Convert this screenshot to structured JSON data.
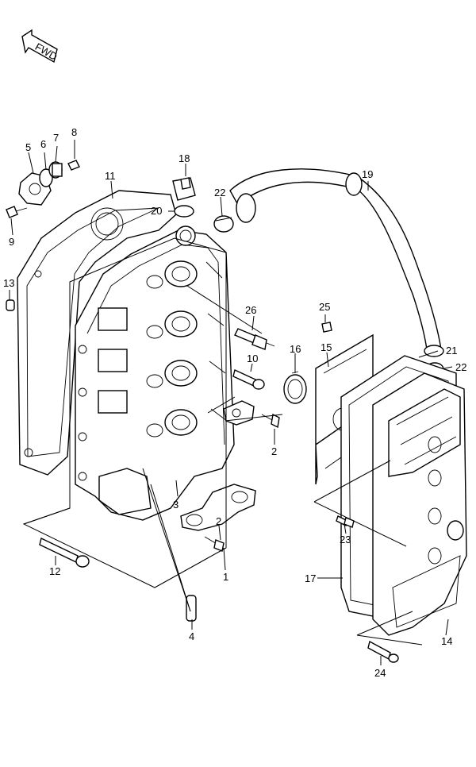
{
  "fwd_label": "FWD",
  "callouts": [
    {
      "id": "1",
      "label": "1"
    },
    {
      "id": "2a",
      "label": "2"
    },
    {
      "id": "2b",
      "label": "2"
    },
    {
      "id": "3",
      "label": "3"
    },
    {
      "id": "4",
      "label": "4"
    },
    {
      "id": "5",
      "label": "5"
    },
    {
      "id": "6",
      "label": "6"
    },
    {
      "id": "7",
      "label": "7"
    },
    {
      "id": "8",
      "label": "8"
    },
    {
      "id": "9",
      "label": "9"
    },
    {
      "id": "10",
      "label": "10"
    },
    {
      "id": "11",
      "label": "11"
    },
    {
      "id": "12",
      "label": "12"
    },
    {
      "id": "13",
      "label": "13"
    },
    {
      "id": "14",
      "label": "14"
    },
    {
      "id": "15",
      "label": "15"
    },
    {
      "id": "16",
      "label": "16"
    },
    {
      "id": "17",
      "label": "17"
    },
    {
      "id": "18",
      "label": "18"
    },
    {
      "id": "19",
      "label": "19"
    },
    {
      "id": "20",
      "label": "20"
    },
    {
      "id": "21",
      "label": "21"
    },
    {
      "id": "22a",
      "label": "22"
    },
    {
      "id": "22b",
      "label": "22"
    },
    {
      "id": "23",
      "label": "23"
    },
    {
      "id": "24",
      "label": "24"
    },
    {
      "id": "25",
      "label": "25"
    },
    {
      "id": "26",
      "label": "26"
    }
  ]
}
